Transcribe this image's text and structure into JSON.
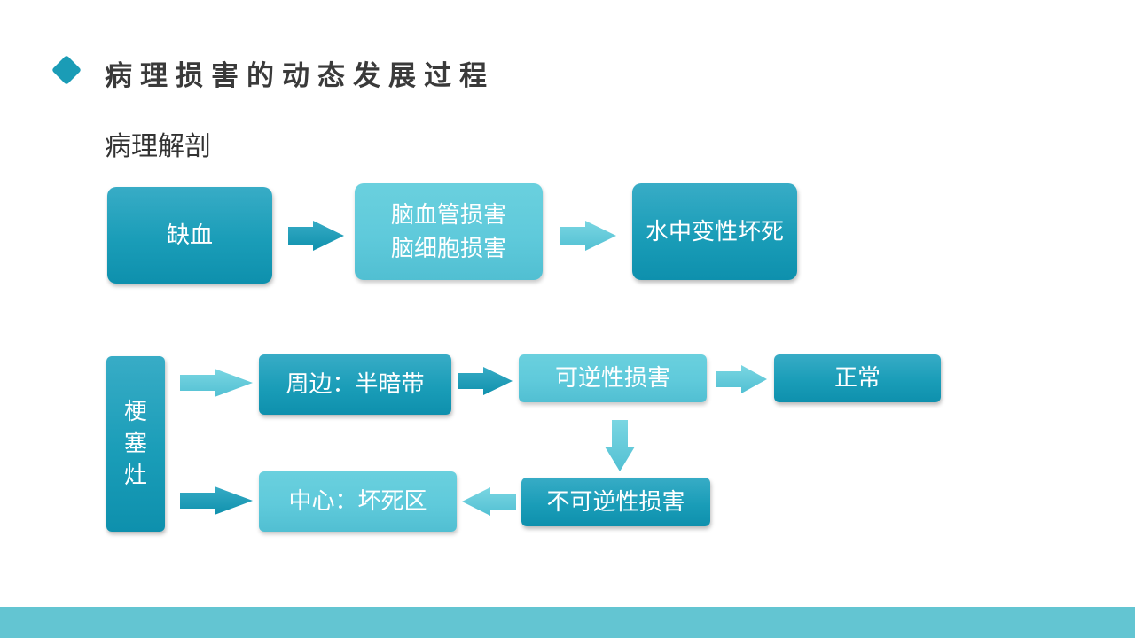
{
  "title": "病理损害的动态发展过程",
  "subtitle": "病理解剖",
  "flow_top": {
    "ischemia": "缺血",
    "vascular_damage_1": "脑血管损害",
    "vascular_damage_2": "脑细胞损害",
    "edema_necrosis": "水中变性坏死"
  },
  "infarct": {
    "label_chars": [
      "梗",
      "塞",
      "灶"
    ],
    "periphery": "周边：半暗带",
    "reversible": "可逆性损害",
    "normal": "正常",
    "irreversible": "不可逆性损害",
    "center": "中心：坏死区"
  },
  "colors": {
    "accent": "#1a9cb6",
    "dark_box": "#1a9db8",
    "light_box": "#5fcadb",
    "footer": "#63c5d2"
  }
}
